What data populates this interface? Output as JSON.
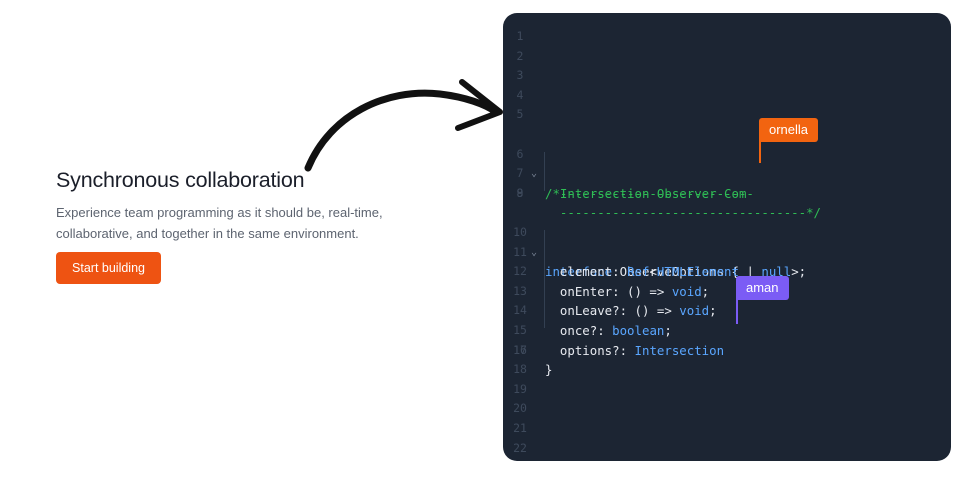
{
  "hero": {
    "title": "Synchronous collaboration",
    "description": "Experience team programming as it should be, real-time, collaborative, and together in the same environment.",
    "cta_label": "Start building"
  },
  "colors": {
    "accent": "#ee5312",
    "cursor_ornella": "#f26410",
    "cursor_aman": "#7b5cf5",
    "editor_bg": "#1c2533"
  },
  "editor": {
    "line_numbers": [
      "1",
      "2",
      "3",
      "4",
      "5",
      "6",
      "7",
      "8",
      "9",
      "10",
      "11",
      "12",
      "13",
      "14",
      "15",
      "16",
      "17",
      "18",
      "19",
      "20",
      "21",
      "22"
    ],
    "lines": {
      "l6": "/*--------------------------",
      "l7": "  Intersection Observer Com",
      "l8": "  ---------------------------------*/",
      "l10_kw": "interface",
      "l10_rest": " ObserveOptions {",
      "l11_a": "  element: ",
      "l11_b": "Ref",
      "l11_c": "<",
      "l11_d": "HTMLElement",
      "l11_e": " | ",
      "l11_f": "null",
      "l11_g": ">;",
      "l12_a": "  onEnter: () => ",
      "l12_b": "void",
      "l12_c": ";",
      "l13_a": "  onLeave?: () => ",
      "l13_b": "void",
      "l13_c": ";",
      "l14_a": "  once?: ",
      "l14_b": "boolean",
      "l14_c": ";",
      "l15_a": "  options?: ",
      "l15_b": "Intersection",
      "l16": "}"
    },
    "collaborators": [
      {
        "name": "ornella"
      },
      {
        "name": "aman"
      }
    ]
  }
}
